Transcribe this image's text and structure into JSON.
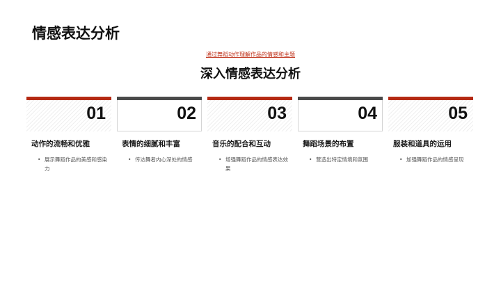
{
  "page": {
    "title": "情感表达分析",
    "subtitle_link": "通过舞蹈动作理解作品的情感和主题",
    "section_title": "深入情感表达分析"
  },
  "colors": {
    "accent": "#b52a14",
    "neutral_bar": "#4a4a4a",
    "link": "#c0341d"
  },
  "cards": [
    {
      "number": "01",
      "style": "accent",
      "heading": "动作的流畅和优雅",
      "bullets": [
        "展示舞蹈作品的美感和感染力"
      ]
    },
    {
      "number": "02",
      "style": "neutral",
      "heading": "表情的细腻和丰富",
      "bullets": [
        "传达舞者内心深处的情感"
      ]
    },
    {
      "number": "03",
      "style": "accent",
      "heading": "音乐的配合和互动",
      "bullets": [
        "增强舞蹈作品的情感表达效果"
      ]
    },
    {
      "number": "04",
      "style": "neutral",
      "heading": "舞蹈场景的布置",
      "bullets": [
        "营造出特定情境和氛围"
      ]
    },
    {
      "number": "05",
      "style": "accent",
      "heading": "服装和道具的运用",
      "bullets": [
        "加强舞蹈作品的情感呈现"
      ]
    }
  ]
}
